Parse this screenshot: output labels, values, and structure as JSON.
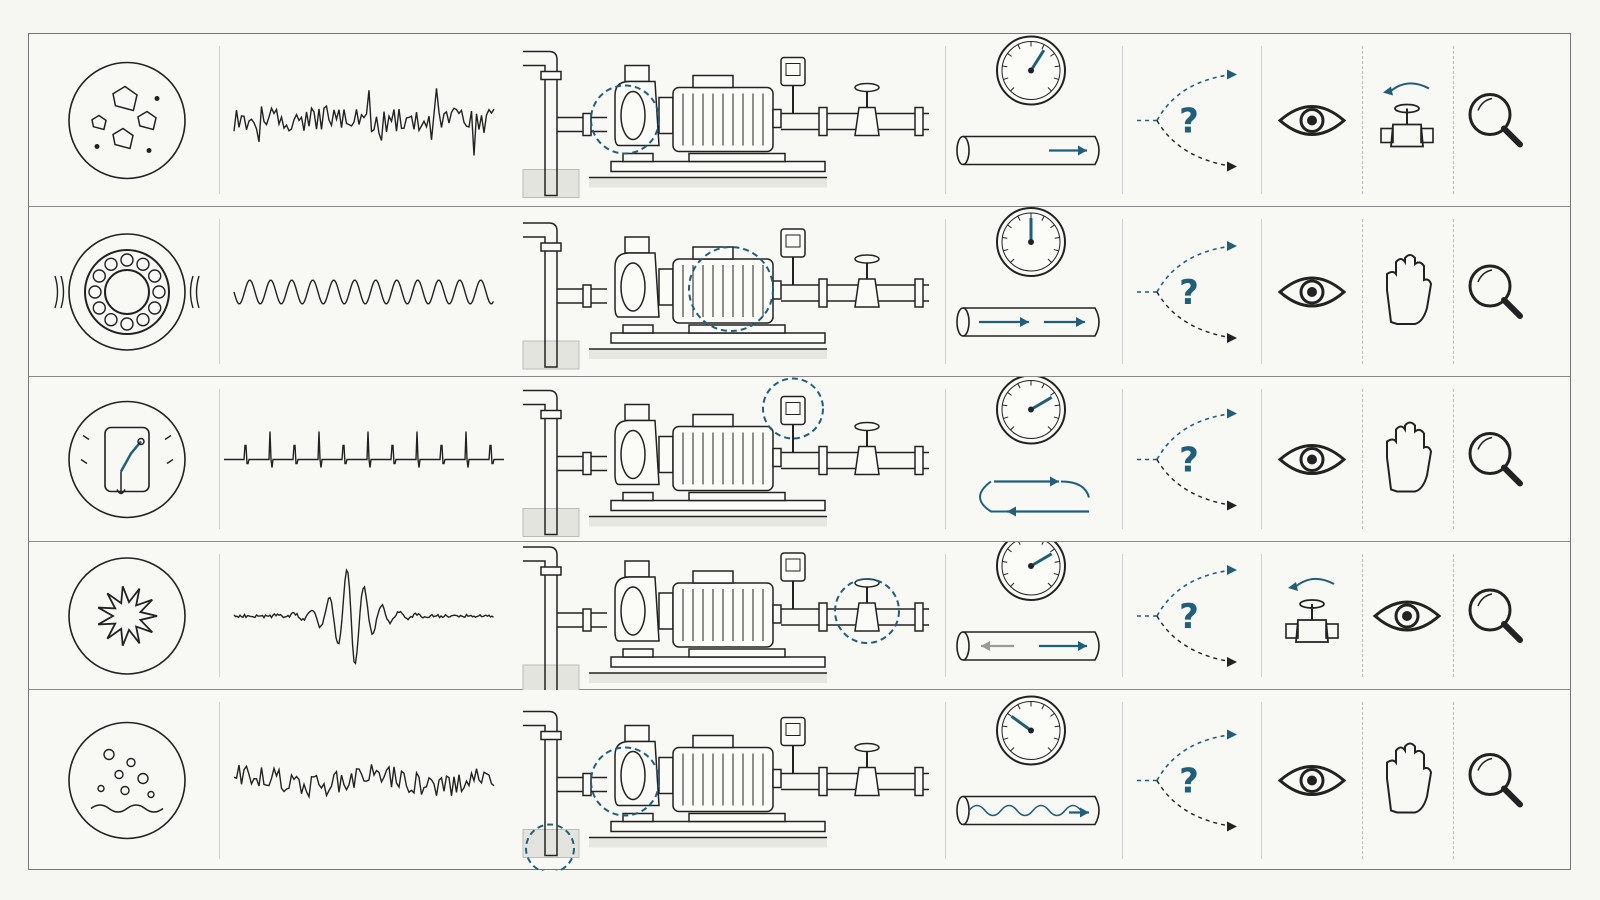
{
  "colors": {
    "ink": "#222222",
    "accent": "#1f5f7d",
    "panel": "#f8f8f5",
    "grid": "#8a8a8a",
    "gray": "#9a9a9a"
  },
  "question_mark": "?",
  "rows": [
    {
      "id": "debris",
      "symptom_icon": "debris-particles-icon",
      "waveform": "irregular-noise",
      "highlight": "pump-casing",
      "gauge_reading": 0.62,
      "flow": "single-arrow",
      "action_icons": [
        "eye-icon",
        "valve-turn-icon",
        "magnifier-icon"
      ]
    },
    {
      "id": "bearing",
      "symptom_icon": "vibrating-bearing-icon",
      "waveform": "steady-sine",
      "highlight": "motor",
      "gauge_reading": 0.5,
      "flow": "double-arrow",
      "action_icons": [
        "eye-icon",
        "stop-hand-icon",
        "magnifier-icon"
      ]
    },
    {
      "id": "switch",
      "symptom_icon": "pressure-switch-icon",
      "waveform": "periodic-spikes",
      "highlight": "pressure-switch",
      "gauge_reading": 0.72,
      "flow": "cycling-loop",
      "action_icons": [
        "eye-icon",
        "stop-hand-icon",
        "magnifier-icon"
      ]
    },
    {
      "id": "impact",
      "symptom_icon": "impact-burst-icon",
      "waveform": "single-transient",
      "highlight": "valve",
      "gauge_reading": 0.72,
      "flow": "reverse-then-forward",
      "action_icons": [
        "valve-turn-icon",
        "eye-icon",
        "magnifier-icon"
      ]
    },
    {
      "id": "air",
      "symptom_icon": "air-bubbles-icon",
      "waveform": "noisy-air",
      "highlight": "pump-and-intake",
      "gauge_reading": 0.3,
      "flow": "turbulent",
      "action_icons": [
        "eye-icon",
        "stop-hand-icon",
        "magnifier-icon"
      ]
    }
  ]
}
